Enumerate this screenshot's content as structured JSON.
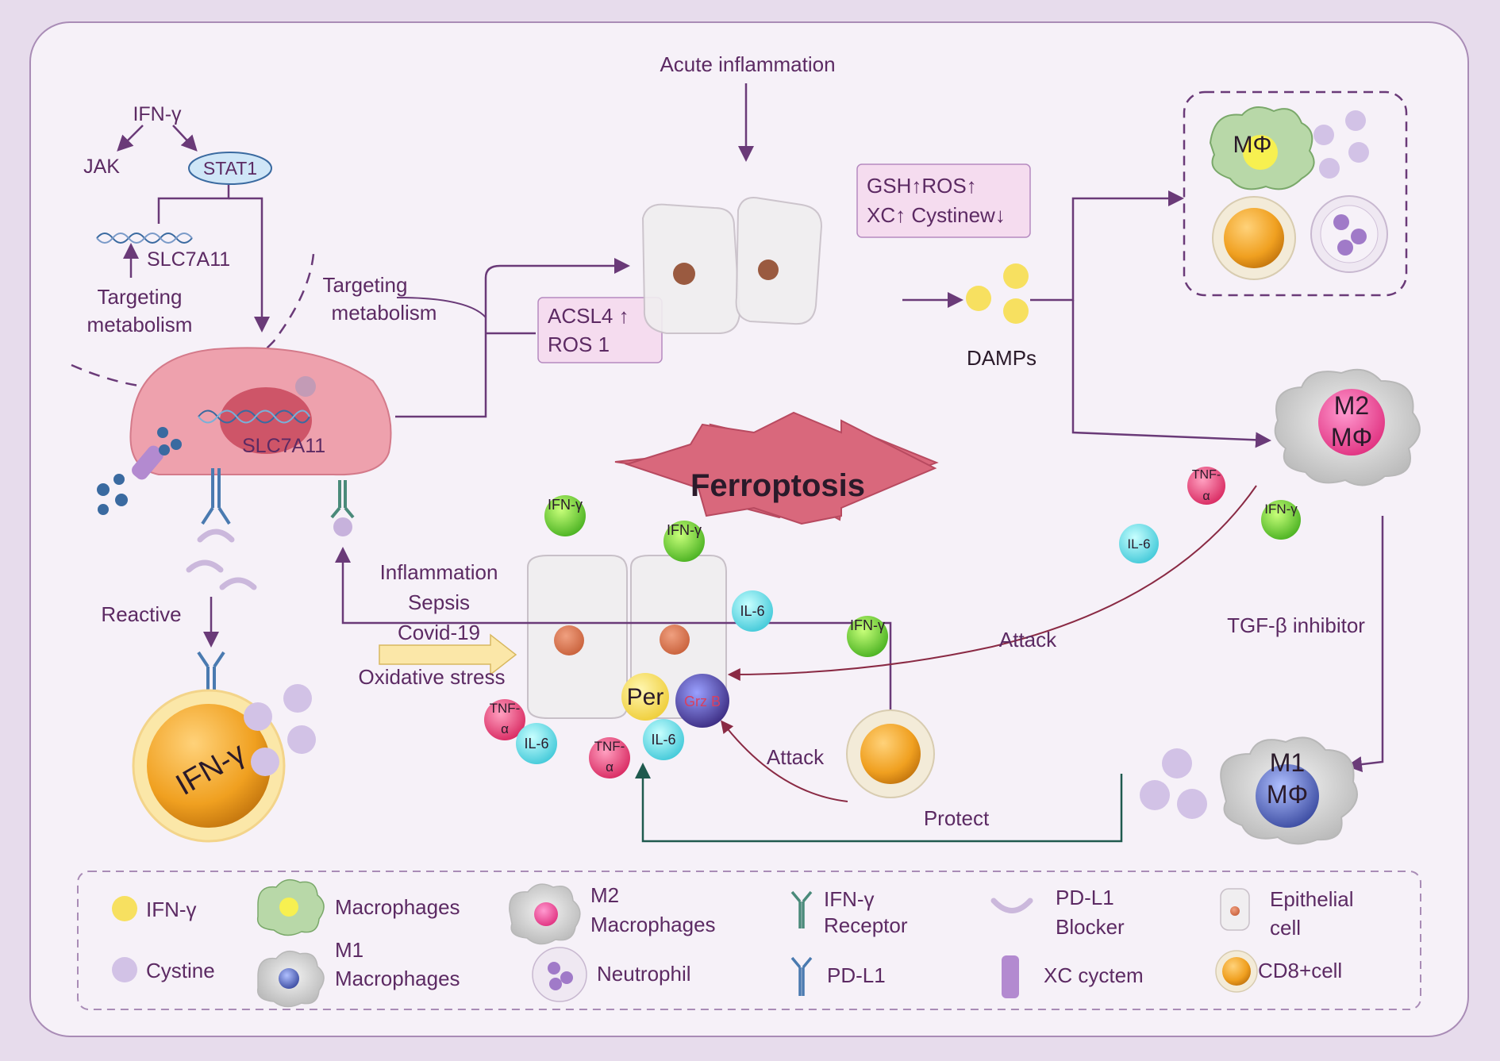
{
  "colors": {
    "background": "#e7dcec",
    "panel": "#f6f1f8",
    "text": "#5c2a63",
    "arrow": "#6a3a78",
    "attack_arrow": "#8a2a44",
    "protect_arrow": "#1f5a4e",
    "box_fill": "#f5dcef",
    "star_fill": "#d9687c",
    "tumor_cell": "#eea1ad",
    "ifn_yellow": "#f7e060",
    "cystine": "#d2c2e6"
  },
  "top_left": {
    "ifn": "IFN-γ",
    "jak": "JAK",
    "stat1": "STAT1",
    "gene": "SLC7A11",
    "targeting": "Targeting",
    "metabolism": "metabolism"
  },
  "tumor": {
    "nucleus_gene": "SLC7A11",
    "reactive": "Reactive"
  },
  "ifn_cell_label": "IFN-γ",
  "middle": {
    "targeting": "Targeting",
    "metabolism": "metabolism",
    "acsl4": "ACSL4 ↑",
    "ros": "ROS 1",
    "acute": "Acute inflammation",
    "gsh": "GSH↑ROS↑",
    "xc": "XC↑ Cystinew↓",
    "damps": "DAMPs"
  },
  "center": {
    "ferroptosis": "Ferroptosis",
    "inflammation": "Inflammation",
    "sepsis": "Sepsis",
    "covid": "Covid-19",
    "oxidative": "Oxidative stress",
    "per": "Per",
    "grzb": "Grz B",
    "attack1": "Attack",
    "attack2": "Attack",
    "protect": "Protect"
  },
  "cytokines": {
    "ifn": "IFN-γ",
    "il6": "IL-6",
    "tnf1": "TNF-",
    "tnf2": "α"
  },
  "right": {
    "mphi": "MΦ",
    "m2": "M2",
    "m1": "M1",
    "tgf": "TGF-β inhibitor"
  },
  "legend": {
    "ifn": "IFN-γ",
    "cystine": "Cystine",
    "macrophages": "Macrophages",
    "m1_line1": "M1",
    "m1_line2": "Macrophages",
    "m2_line1": "M2",
    "m2_line2": "Macrophages",
    "neutrophil": "Neutrophil",
    "ifn_receptor_line1": "IFN-γ",
    "ifn_receptor_line2": "Receptor",
    "pdl1": "PD-L1",
    "blocker_line1": "PD-L1",
    "blocker_line2": "Blocker",
    "xc": "XC cyctem",
    "epithelial_line1": "Epithelial",
    "epithelial_line2": "cell",
    "cd8": "CD8+cell"
  }
}
